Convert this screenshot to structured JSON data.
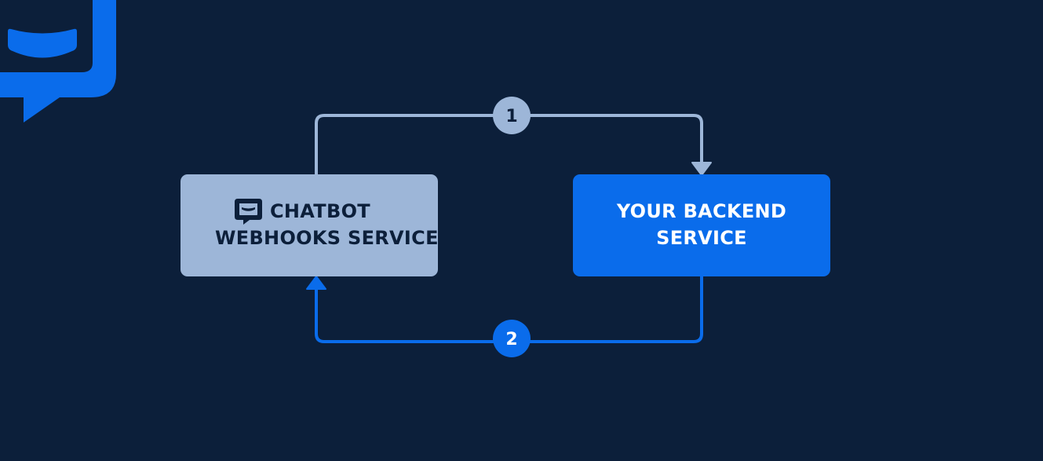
{
  "nodes": {
    "chatbot": {
      "line1": "CHATBOT",
      "line2": "WEBHOOKS SERVICE",
      "icon": "chat-bubble-icon"
    },
    "backend": {
      "line1": "YOUR BACKEND",
      "line2": "SERVICE"
    }
  },
  "steps": {
    "one": "1",
    "two": "2"
  },
  "brand": {
    "logo": "chatbot-logo",
    "accent": "#0a6ceb"
  },
  "colors": {
    "background": "#0c1f3a",
    "chatbot_node": "#9db6d8",
    "backend_node": "#0a6ceb",
    "request_arrow": "#9db6d8",
    "response_arrow": "#0a6ceb"
  }
}
